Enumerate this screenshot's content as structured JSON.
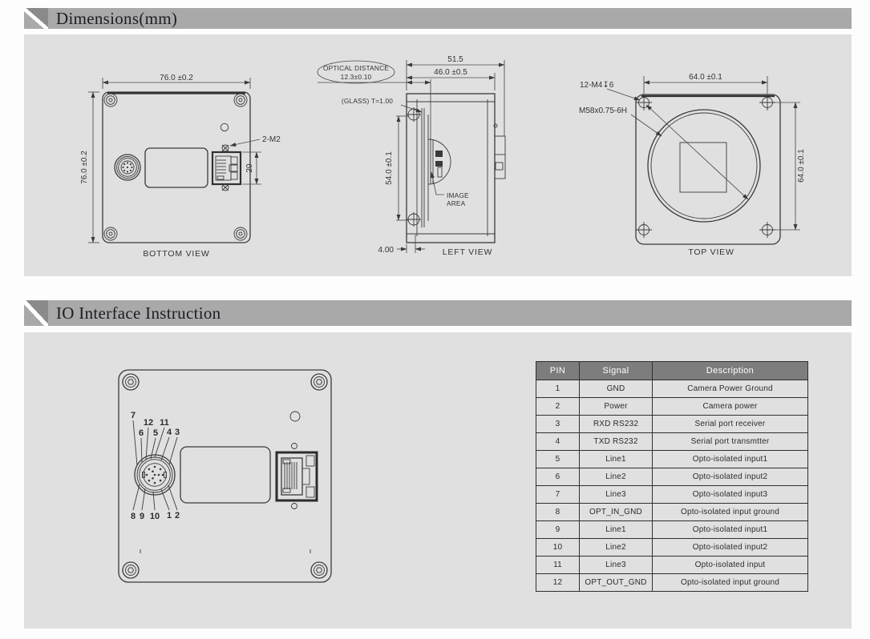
{
  "section1": {
    "title": "Dimensions(mm)"
  },
  "section2": {
    "title": "IO Interface Instruction"
  },
  "bottom_view": {
    "label": "BOTTOM VIEW",
    "dim_width": "76.0 ±0.2",
    "dim_height": "76.0 ±0.2",
    "screw_label": "2-M2",
    "dim_connector": "20"
  },
  "left_view": {
    "label": "LEFT VIEW",
    "dim_total": "51.5",
    "dim_body": "46.0 ±0.5",
    "optical_line1": "OPTICAL DISTANCE",
    "optical_line2": "12.3±0.10",
    "glass_label": "(GLASS) T=1.00",
    "dim_side": "54.0 ±0.1",
    "image_area_line1": "IMAGE",
    "image_area_line2": "AREA",
    "dim_offset": "4.00"
  },
  "top_view": {
    "label": "TOP VIEW",
    "dim_width": "64.0 ±0.1",
    "dim_height": "64.0 ±0.1",
    "screw_label": "12-M4↧6",
    "thread_label": "M58x0.75-6H"
  },
  "io_view": {
    "pins_top": [
      "7",
      "12",
      "11",
      "6",
      "5",
      "4",
      "3"
    ],
    "pins_bottom": [
      "8",
      "9",
      "10",
      "1",
      "2"
    ]
  },
  "io_table": {
    "headers": [
      "PIN",
      "Signal",
      "Description"
    ],
    "rows": [
      [
        "1",
        "GND",
        "Camera Power Ground"
      ],
      [
        "2",
        "Power",
        "Camera power"
      ],
      [
        "3",
        "RXD RS232",
        "Serial port receiver"
      ],
      [
        "4",
        "TXD RS232",
        "Serial port transmtter"
      ],
      [
        "5",
        "Line1",
        "Opto-isolated input1"
      ],
      [
        "6",
        "Line2",
        "Opto-isolated input2"
      ],
      [
        "7",
        "Line3",
        "Opto-isolated input3"
      ],
      [
        "8",
        "OPT_IN_GND",
        "Opto-isolated input ground"
      ],
      [
        "9",
        "Line1",
        "Opto-isolated input1"
      ],
      [
        "10",
        "Line2",
        "Opto-isolated input2"
      ],
      [
        "11",
        "Line3",
        "Opto-isolated input"
      ],
      [
        "12",
        "OPT_OUT_GND",
        "Opto-isolated input ground"
      ]
    ]
  },
  "colors": {
    "header_bar": "#a9a9a9",
    "header_icon": "#8a8a8a",
    "panel_bg": "#e0e0e0",
    "table_header_bg": "#7d7d7d",
    "table_header_text": "#ffffff",
    "line": "#3a3a3a"
  }
}
